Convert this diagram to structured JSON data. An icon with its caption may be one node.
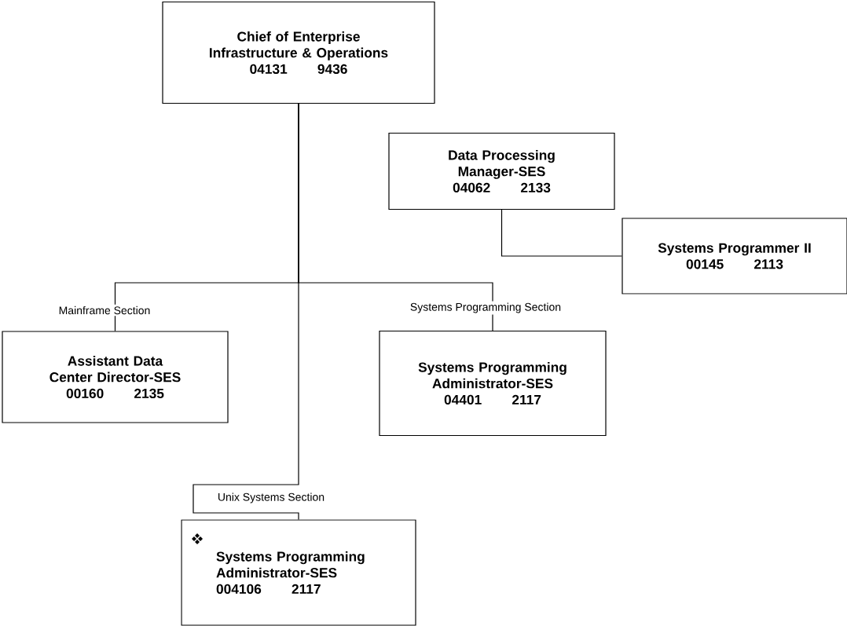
{
  "diagram": {
    "nodes": [
      {
        "text": [
          "Chief of Enterprise Infrastructure & Operations",
          "04131",
          "9436"
        ]
      },
      {
        "text": [
          "Data Processing Manager-SES",
          "04062",
          "2133"
        ]
      },
      {
        "text": [
          "Systems Programmer II",
          "00145",
          "2113"
        ]
      },
      {
        "text": [
          "Assistant Data Center Director-SES",
          "00160",
          "2135"
        ]
      },
      {
        "text": [
          "Systems Programming Administrator-SES",
          "04401",
          "2117"
        ]
      },
      {
        "text": [
          "Systems Programming Administrator-SES",
          "004106",
          "2117"
        ]
      }
    ],
    "edges": [
      {
        "from": 0,
        "to": 3,
        "arrow": "none",
        "label": "Mainframe Section"
      },
      {
        "from": 0,
        "to": 4,
        "arrow": "none",
        "label": "Systems Programming Section"
      },
      {
        "from": 0,
        "to": 5,
        "arrow": "none",
        "label": "Unix Systems Section"
      },
      {
        "from": 1,
        "to": 2,
        "arrow": "none"
      }
    ]
  }
}
